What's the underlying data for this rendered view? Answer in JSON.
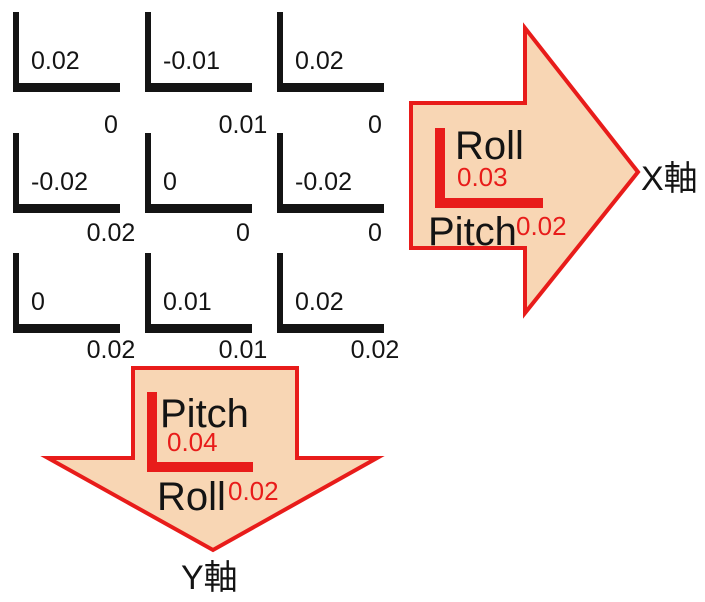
{
  "grid": {
    "cells": [
      {
        "inside": "0.02",
        "below": "0"
      },
      {
        "inside": "-0.01",
        "below": "0.01"
      },
      {
        "inside": "0.02",
        "below": "0"
      },
      {
        "inside": "-0.02",
        "below": "0.02"
      },
      {
        "inside": "0",
        "below": "0"
      },
      {
        "inside": "-0.02",
        "below": "0"
      },
      {
        "inside": "0",
        "below": "0.02"
      },
      {
        "inside": "0.01",
        "below": "0.01"
      },
      {
        "inside": "0.02",
        "below": "0.02"
      }
    ]
  },
  "x_arrow": {
    "roll_label": "Roll",
    "roll_value": "0.03",
    "pitch_label": "Pitch",
    "pitch_value": "0.02",
    "axis_label": "X軸"
  },
  "y_arrow": {
    "pitch_label": "Pitch",
    "pitch_value": "0.04",
    "roll_label": "Roll",
    "roll_value": "0.02",
    "axis_label": "Y軸"
  },
  "colors": {
    "accent_red": "#e81c1a",
    "arrow_fill": "#f8d6b4",
    "ink_black": "#141414"
  }
}
